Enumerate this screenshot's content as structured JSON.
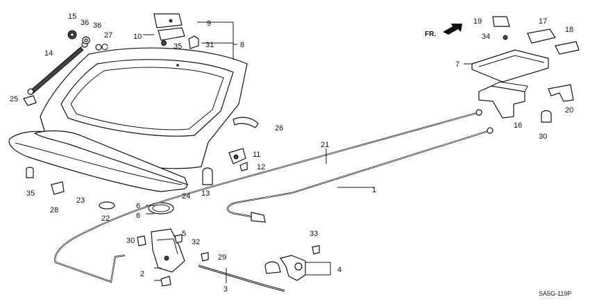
{
  "diagram": {
    "orientation_label": "FR.",
    "drawing_code": "SA5G-119P",
    "part_labels": [
      "1",
      "2",
      "3",
      "4",
      "5",
      "6",
      "6",
      "7",
      "8",
      "9",
      "10",
      "11",
      "12",
      "13",
      "14",
      "15",
      "16",
      "17",
      "18",
      "19",
      "20",
      "21",
      "22",
      "23",
      "24",
      "25",
      "26",
      "27",
      "28",
      "29",
      "30",
      "30",
      "31",
      "32",
      "33",
      "34",
      "35",
      "35",
      "36",
      "36"
    ]
  }
}
